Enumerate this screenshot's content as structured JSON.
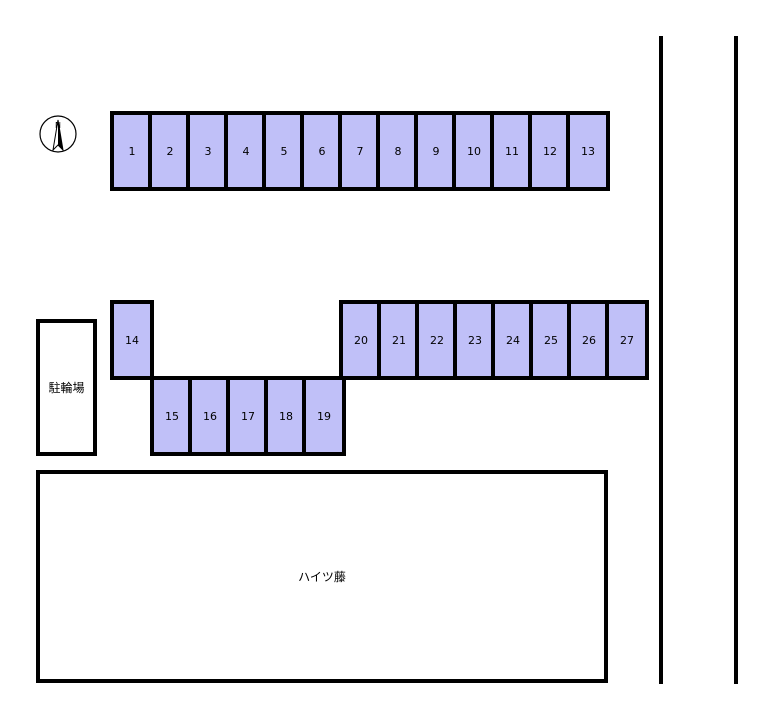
{
  "parking": {
    "row1": [
      "1",
      "2",
      "3",
      "4",
      "5",
      "6",
      "7",
      "8",
      "9",
      "10",
      "11",
      "12",
      "13"
    ],
    "single": "14",
    "row2_lower": [
      "15",
      "16",
      "17",
      "18",
      "19"
    ],
    "row2_right": [
      "20",
      "21",
      "22",
      "23",
      "24",
      "25",
      "26",
      "27"
    ],
    "fill_color": "#c0c0f8"
  },
  "labels": {
    "bicycle_parking": "駐輪場",
    "building": "ハイツ藤"
  },
  "compass": {
    "letter": "N",
    "icon": "north-arrow-icon"
  }
}
